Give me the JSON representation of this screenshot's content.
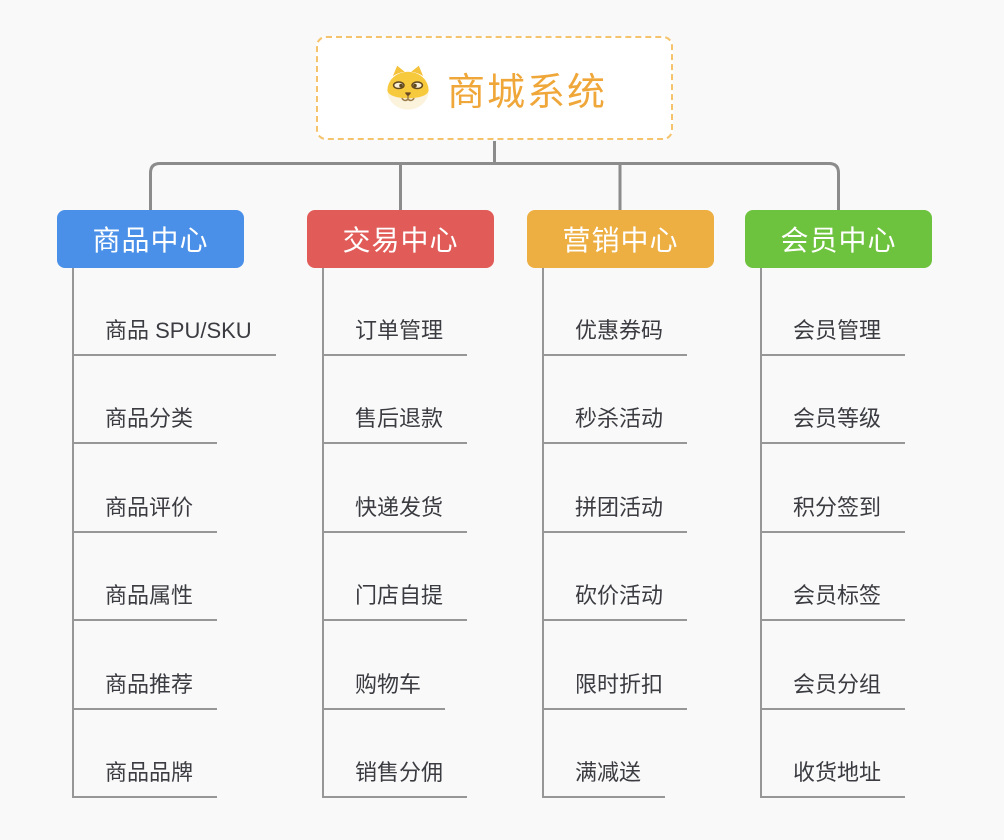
{
  "root": {
    "title": "商城系统",
    "icon": "dog-face-icon"
  },
  "branches": [
    {
      "label": "商品中心",
      "color": "#4a90e8",
      "children": [
        "商品 SPU/SKU",
        "商品分类",
        "商品评价",
        "商品属性",
        "商品推荐",
        "商品品牌"
      ]
    },
    {
      "label": "交易中心",
      "color": "#e15c58",
      "children": [
        "订单管理",
        "售后退款",
        "快递发货",
        "门店自提",
        "购物车",
        "销售分佣"
      ]
    },
    {
      "label": "营销中心",
      "color": "#edae42",
      "children": [
        "优惠券码",
        "秒杀活动",
        "拼团活动",
        "砍价活动",
        "限时折扣",
        "满减送"
      ]
    },
    {
      "label": "会员中心",
      "color": "#6ec33e",
      "children": [
        "会员管理",
        "会员等级",
        "积分签到",
        "会员标签",
        "会员分组",
        "收货地址"
      ]
    }
  ],
  "colors": {
    "canvas_bg": "#f9f9f9",
    "connector": "#8c8c8c",
    "line": "#979797",
    "item_text": "#3b3c41",
    "root_text": "#f0a73a",
    "root_border": "#f5c36b"
  }
}
